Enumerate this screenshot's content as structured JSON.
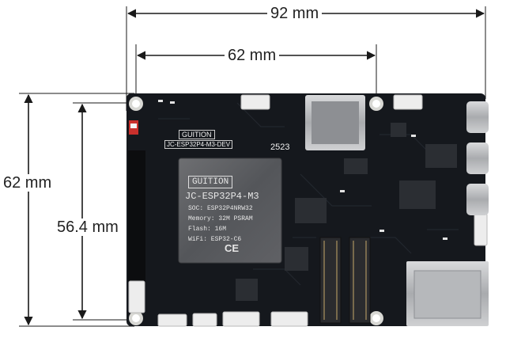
{
  "dimensions": {
    "board_width_total": "92 mm",
    "hole_spacing_x": "62 mm",
    "board_height_total": "62 mm",
    "hole_spacing_y": "56.4 mm"
  },
  "board": {
    "logo": "GUITION",
    "board_name": "JC-ESP32P4-M3-DEV",
    "date_code": "2523",
    "pcb_color": "#15181d",
    "dimension_line_color": "#1a1a1a"
  },
  "module": {
    "brand": "GUITION",
    "model": "JC-ESP32P4-M3",
    "soc": "SOC: ESP32P4NRW32",
    "memory": "Memory: 32M PSRAM",
    "flash": "Flash: 16M",
    "wifi": "WiFi: ESP32-C6",
    "cert_mark": "CE"
  }
}
